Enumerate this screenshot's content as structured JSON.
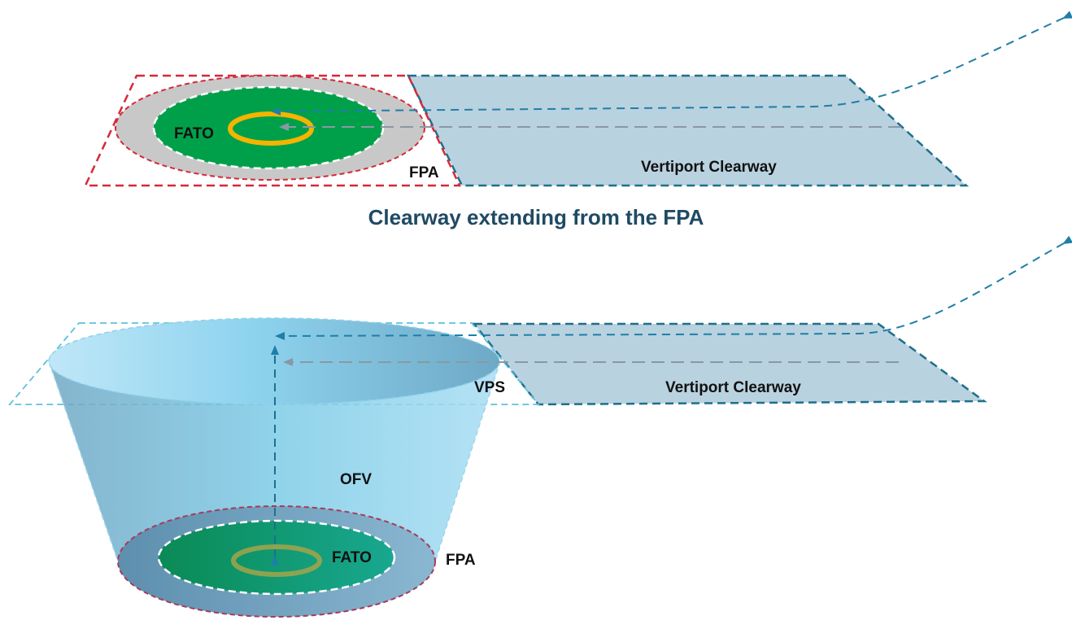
{
  "top_diagram": {
    "fato_label": "FATO",
    "fpa_label": "FPA",
    "clearway_label": "Vertiport Clearway"
  },
  "caption": "Clearway extending from the FPA",
  "bottom_diagram": {
    "vps_label": "VPS",
    "ofv_label": "OFV",
    "fato_label": "FATO",
    "fpa_label": "FPA",
    "clearway_label": "Vertiport Clearway"
  },
  "colors": {
    "fpa_outline": "#d62839",
    "clearway_fill": "#b9d2df",
    "clearway_outline": "#1e6f8c",
    "fato_green": "#00a04a",
    "fpa_ring_grey": "#c8c8c8",
    "touchdown_ring": "#f4b400",
    "ofv_blue": "#7fc6e6",
    "flight_path": "#1e7fa8",
    "caption_text": "#1f4a63"
  }
}
